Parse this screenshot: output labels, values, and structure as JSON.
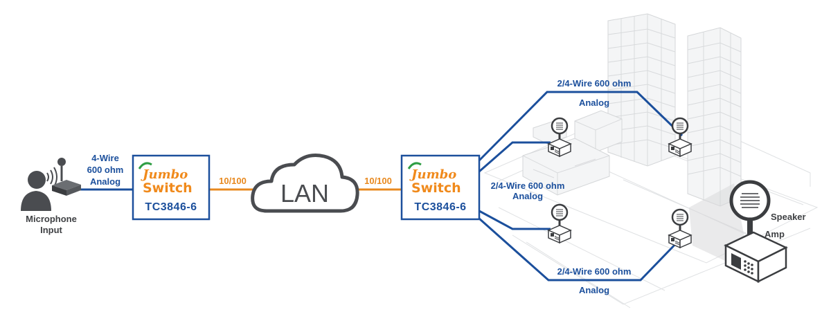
{
  "left_device": {
    "logo_line1": "Jumbo",
    "logo_line2": "Switch",
    "model": "TC3846-6"
  },
  "right_device": {
    "logo_line1": "Jumbo",
    "logo_line2": "Switch",
    "model": "TC3846-6"
  },
  "network": {
    "cloud_label": "LAN",
    "left_link_label": "10/100",
    "right_link_label": "10/100"
  },
  "microphone": {
    "line1": "Microphone",
    "line2": "Input"
  },
  "mic_link": {
    "line1": "4-Wire",
    "line2": "600 ohm",
    "line3": "Analog"
  },
  "top_link": {
    "line1": "2/4-Wire 600 ohm",
    "line2": "Analog"
  },
  "middle_link": {
    "line1": "2/4-Wire 600 ohm",
    "line2": "Analog"
  },
  "bottom_link": {
    "line1": "2/4-Wire 600 ohm",
    "line2": "Analog"
  },
  "speaker_labels": {
    "speaker": "Speaker",
    "amp": "Amp"
  },
  "colors": {
    "link_blue": "#1b4f9c",
    "link_orange": "#e8891f",
    "device_gray": "#4a4c50"
  }
}
